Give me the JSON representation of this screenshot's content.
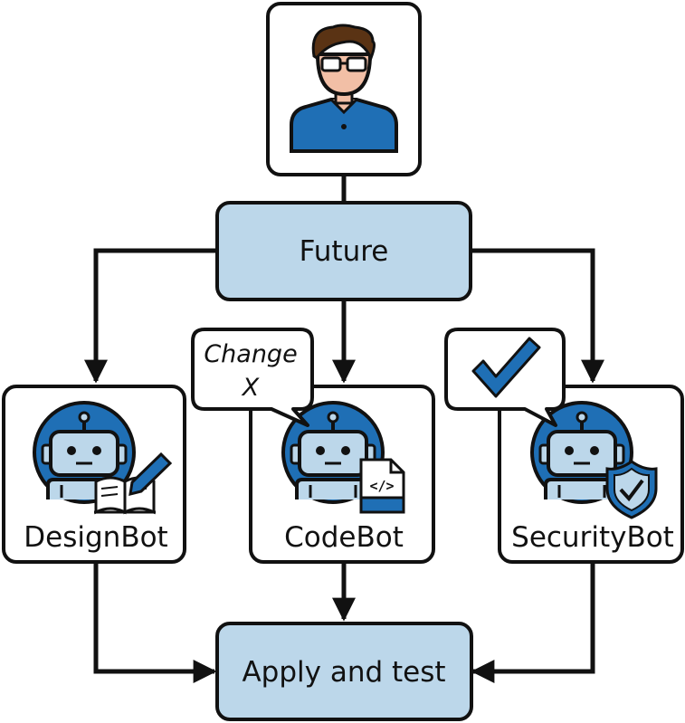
{
  "diagram": {
    "nodes": {
      "future": "Future",
      "designbot": "DesignBot",
      "codebot": "CodeBot",
      "securitybot": "SecurityBot",
      "apply": "Apply and test"
    },
    "bubble": {
      "line1": "Change",
      "line2": "X"
    },
    "icons": {
      "user": "user-avatar-icon",
      "robot": "robot-icon",
      "book": "book-pen-icon",
      "code": "code-file-icon",
      "shield": "shield-check-icon",
      "check": "checkmark-icon"
    },
    "code_glyph": "</>",
    "colors": {
      "box_fill": "#bcd7ea",
      "stroke": "#111111",
      "robot_blue": "#1f6fb5",
      "robot_face": "#bcd7ea",
      "check_blue": "#1f6fb5"
    }
  }
}
